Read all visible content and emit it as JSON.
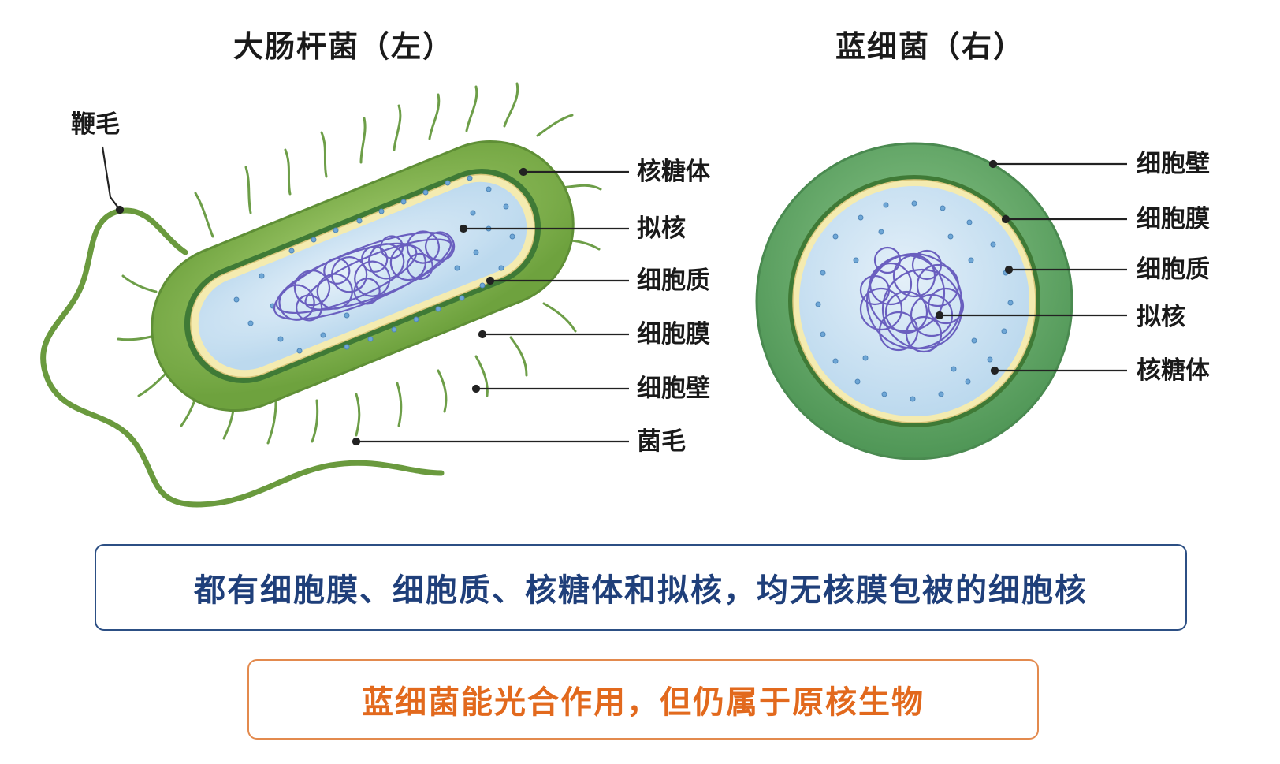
{
  "titles": {
    "left": "大肠杆菌（左）",
    "right": "蓝细菌（右）"
  },
  "ecoli_labels": {
    "flagellum": "鞭毛",
    "ribosome": "核糖体",
    "nucleoid": "拟核",
    "cytoplasm": "细胞质",
    "membrane": "细胞膜",
    "wall": "细胞壁",
    "pili": "菌毛"
  },
  "cyano_labels": {
    "wall": "细胞壁",
    "membrane": "细胞膜",
    "cytoplasm": "细胞质",
    "nucleoid": "拟核",
    "ribosome": "核糖体"
  },
  "notes": {
    "common": "都有细胞膜、细胞质、核糖体和拟核，均无核膜包被的细胞核",
    "difference": "蓝细菌能光合作用，但仍属于原核生物"
  },
  "colors": {
    "wall_green": "#7fb24a",
    "membrane_dark_green": "#3f7a36",
    "membrane_yellow": "#f4ebb0",
    "cytoplasm_blue": "#cfe4f3",
    "nucleoid_purple": "#6a5fbf",
    "cyano_wall": "#5fa566",
    "box_blue": "#2c4f84",
    "box_orange": "#e38a4e"
  }
}
